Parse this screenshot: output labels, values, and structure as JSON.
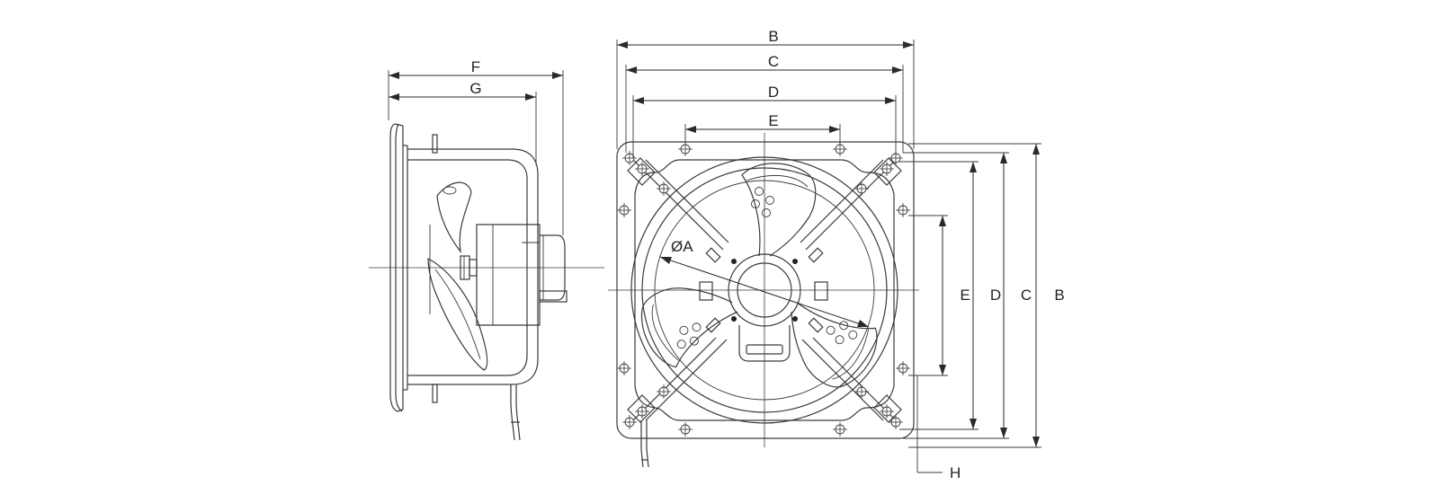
{
  "labels": {
    "side_f": "F",
    "side_g": "G",
    "top_b": "B",
    "top_c": "C",
    "top_d": "D",
    "top_e": "E",
    "diameter": "ØA",
    "right_e": "E",
    "right_d": "D",
    "right_c": "C",
    "right_b": "B",
    "flange_h": "H"
  },
  "colors": {
    "line": "#3a3a3a",
    "background": "#ffffff"
  }
}
